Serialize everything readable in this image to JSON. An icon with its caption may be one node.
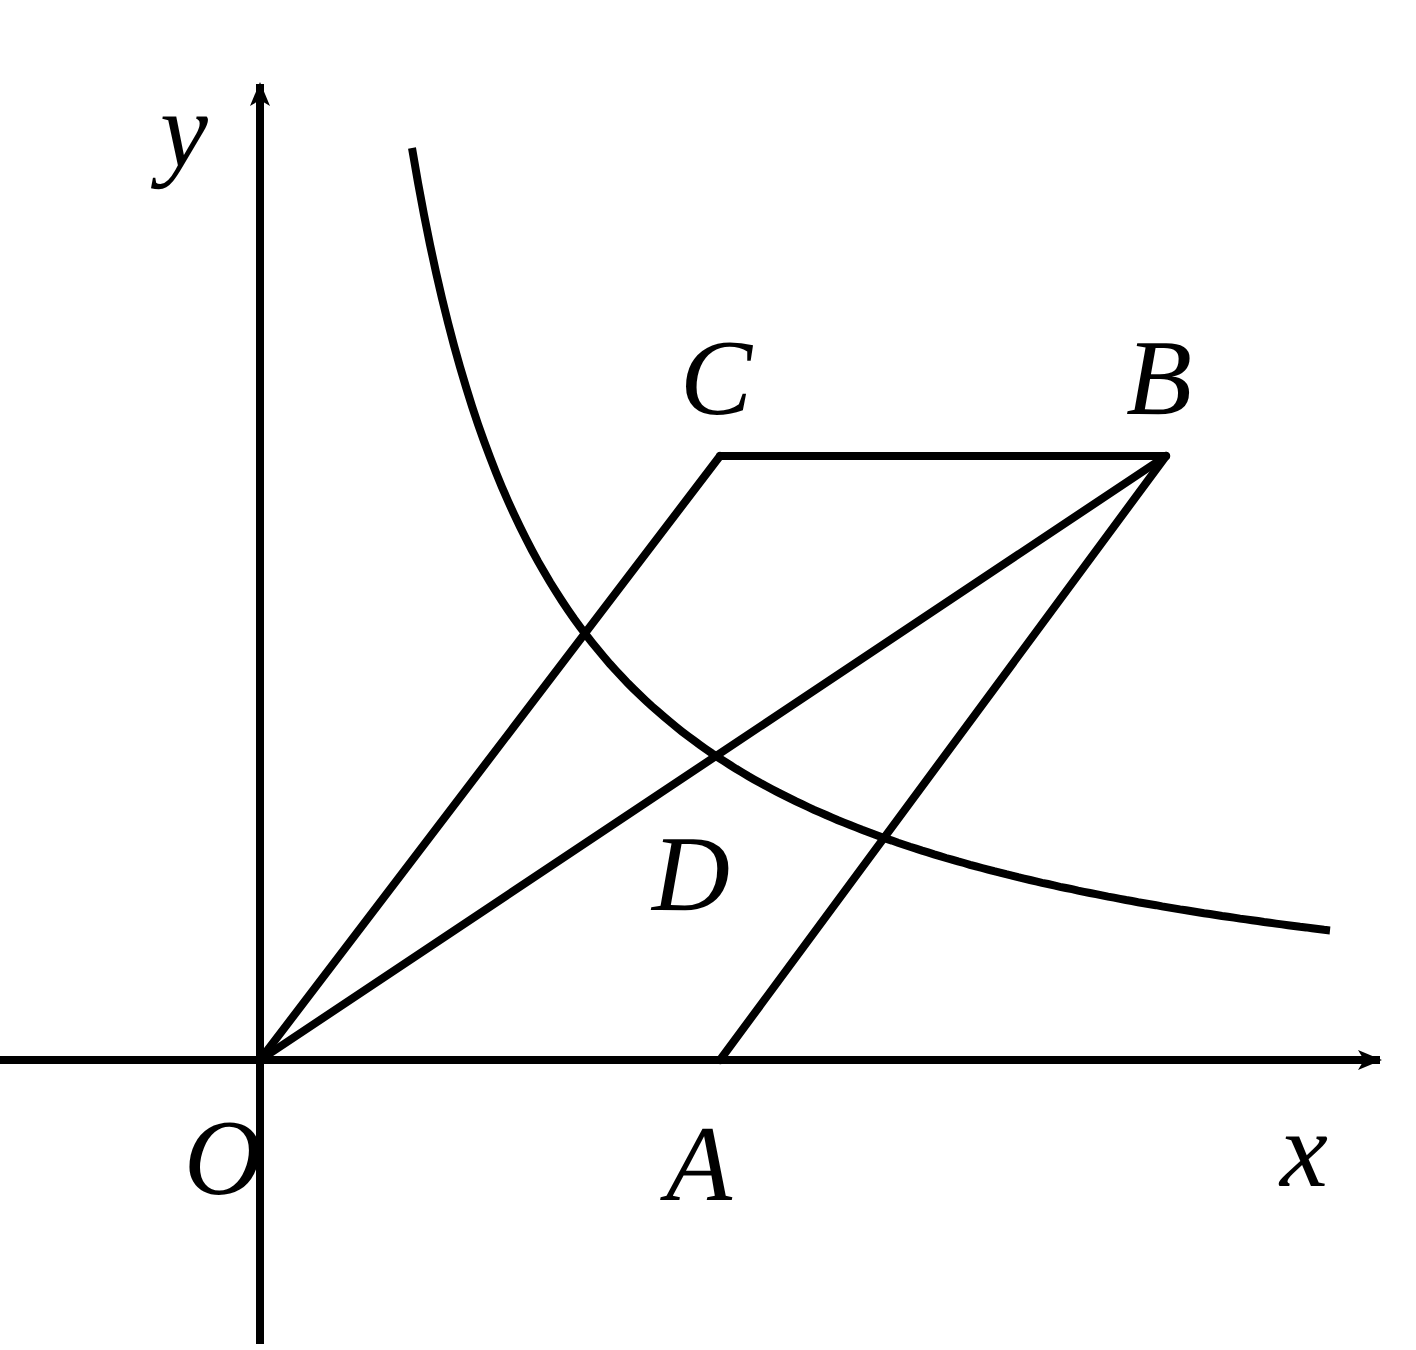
{
  "diagram": {
    "nodes": [
      {
        "text": [
          "O"
        ]
      },
      {
        "text": [
          "A"
        ]
      },
      {
        "text": [
          "B"
        ]
      },
      {
        "text": [
          "C"
        ]
      },
      {
        "text": [
          "D"
        ]
      }
    ],
    "edges": [
      {
        "from": 0,
        "to": 1,
        "arrow": "none"
      },
      {
        "from": 1,
        "to": 2,
        "arrow": "none"
      },
      {
        "from": 3,
        "to": 2,
        "arrow": "none"
      },
      {
        "from": 0,
        "to": 3,
        "arrow": "none"
      },
      {
        "from": 0,
        "to": 2,
        "arrow": "none"
      }
    ],
    "labels": [
      "y",
      "x"
    ]
  }
}
